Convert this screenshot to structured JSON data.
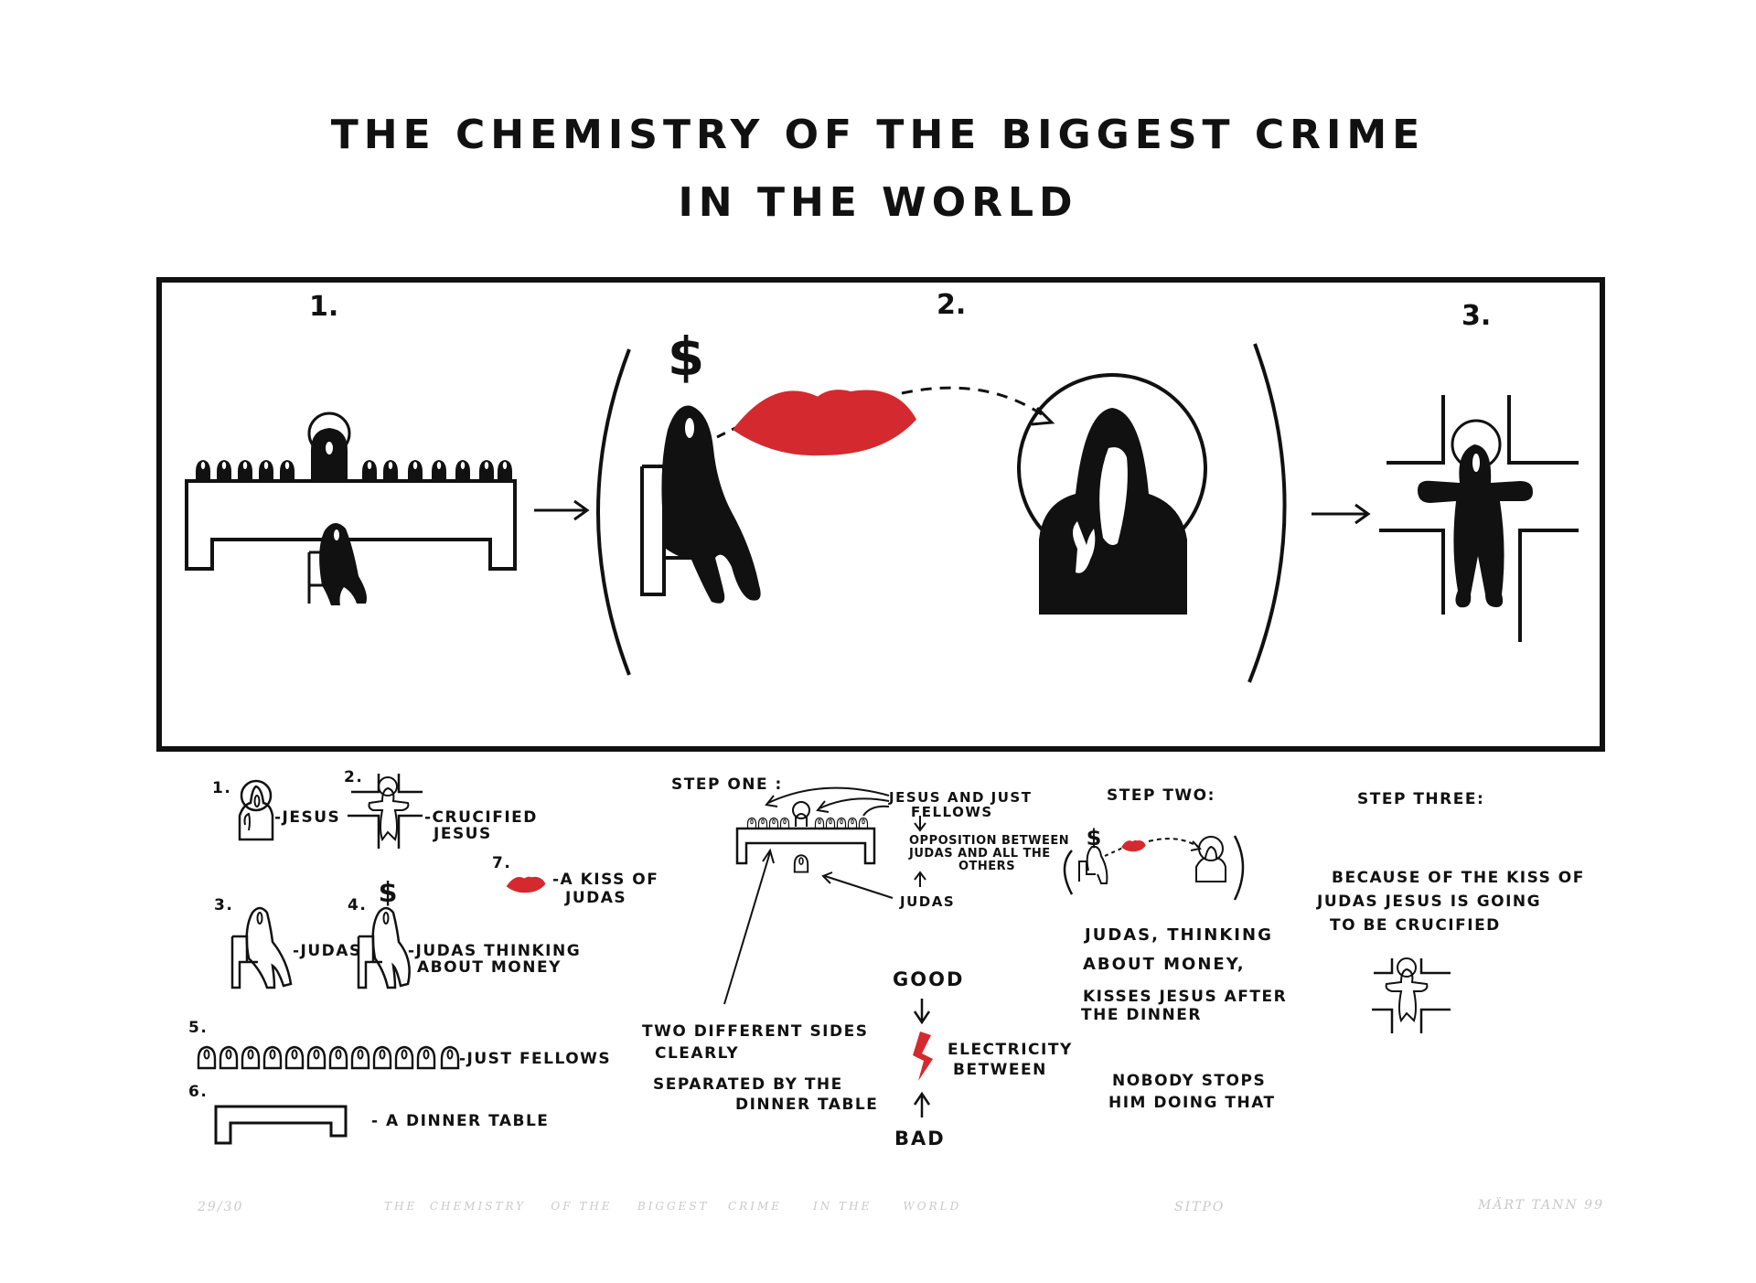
{
  "title": {
    "line1": "THE CHEMISTRY OF THE BIGGEST CRIME",
    "line2": "IN THE WORLD"
  },
  "panel": {
    "step1": "1.",
    "step2": "2.",
    "step3": "3."
  },
  "legend": {
    "n1": "1.",
    "jesus": "-JESUS",
    "n2": "2.",
    "crucified_1": "-CRUCIFIED",
    "crucified_2": "JESUS",
    "n7": "7.",
    "kiss_1": "-A KISS OF",
    "kiss_2": "JUDAS",
    "n3": "3.",
    "judas": "-JUDAS",
    "n4": "4.",
    "money_1": "-JUDAS THINKING",
    "money_2": "ABOUT MONEY",
    "n5": "5.",
    "fellows": "-JUST FELLOWS",
    "n6": "6.",
    "table": "- A DINNER TABLE"
  },
  "step_one": {
    "heading": "STEP ONE :",
    "jesus_fellows_1": "JESUS AND JUST",
    "jesus_fellows_2": "FELLOWS",
    "opposition_1": "OPPOSITION BETWEEN",
    "opposition_2": "JUDAS AND ALL THE",
    "opposition_3": "OTHERS",
    "judas": "JUDAS",
    "sides_1": "TWO DIFFERENT SIDES",
    "sides_2": "CLEARLY",
    "sides_3": "SEPARATED BY  THE",
    "sides_4": "DINNER TABLE",
    "good": "GOOD",
    "electricity_1": "ELECTRICITY",
    "electricity_2": "BETWEEN",
    "bad": "BAD"
  },
  "step_two": {
    "heading": "STEP TWO:",
    "text_1": "JUDAS, THINKING",
    "text_2": "ABOUT MONEY,",
    "text_3": "KISSES JESUS AFTER",
    "text_4": "THE DINNER",
    "nobody_1": "NOBODY STOPS",
    "nobody_2": "HIM DOING THAT"
  },
  "step_three": {
    "heading": "STEP THREE:",
    "text_1": "BECAUSE OF THE KISS OF",
    "text_2": "JUDAS  JESUS IS GOING",
    "text_3": "TO BE CRUCIFIED"
  },
  "pencil": {
    "edition": "29/30",
    "caption": "THE  CHEMISTRY    OF THE    BIGGEST   CRIME     IN THE     WORLD",
    "medium": "SITPO",
    "signature": "MÄRT TANN 99"
  },
  "colors": {
    "ink": "#111111",
    "red": "#d42a2f",
    "paper": "#ffffff"
  }
}
